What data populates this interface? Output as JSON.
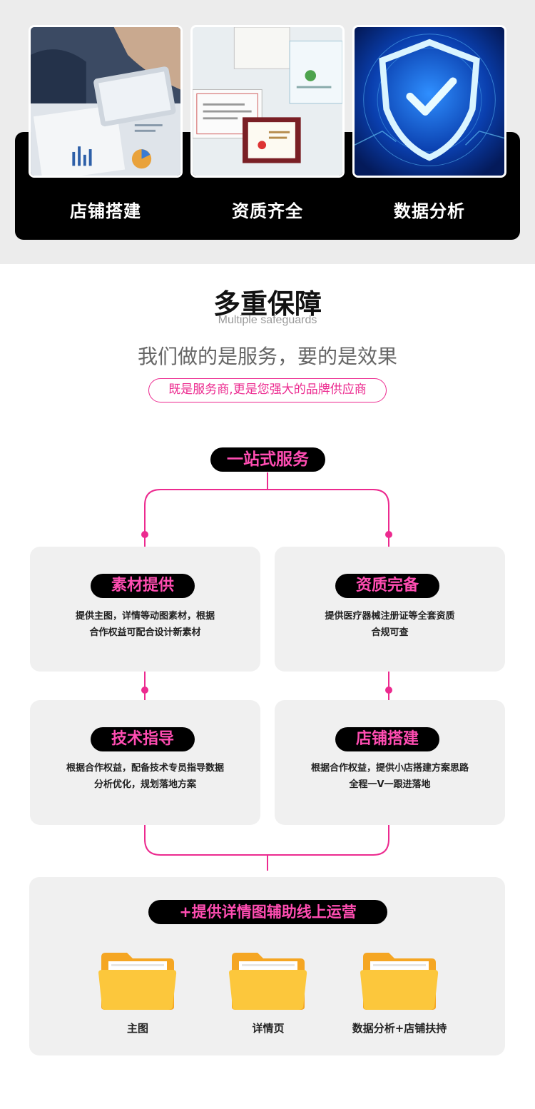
{
  "banner": {
    "items": [
      {
        "label": "店铺搭建",
        "icon": "business-meeting-photo"
      },
      {
        "label": "资质齐全",
        "icon": "certificates-photo"
      },
      {
        "label": "数据分析",
        "icon": "security-shield-photo"
      }
    ]
  },
  "heading": {
    "title": "多重保障",
    "subtitle": "Multiple safeguards",
    "slogan": "我们做的是服务，要的是效果",
    "tagline": "既是服务商,更是您强大的品牌供应商"
  },
  "flow": {
    "center_label": "一站式服务",
    "cards": [
      {
        "title": "素材提供",
        "desc_line1": "提供主图，详情等动图素材，根据",
        "desc_line2": "合作权益可配合设计新素材"
      },
      {
        "title": "资质完备",
        "desc_line1": "提供医疗器械注册证等全套资质",
        "desc_line2": "合规可查"
      },
      {
        "title": "技术指导",
        "desc_line1": "根据合作权益，配备技术专员指导数据",
        "desc_line2": "分析优化，规划落地方案"
      },
      {
        "title": "店铺搭建",
        "desc_line1": "根据合作权益，提供小店搭建方案思路",
        "desc_line2": "全程一V一跟进落地"
      }
    ]
  },
  "bottom": {
    "title": "+提供详情图辅助线上运营",
    "folders": [
      {
        "label": "主图",
        "icon": "folder-icon"
      },
      {
        "label": "详情页",
        "icon": "folder-icon"
      },
      {
        "label": "数据分析+店铺扶持",
        "icon": "folder-icon"
      }
    ]
  },
  "colors": {
    "accent": "#ec2a8f",
    "badge_text": "#ff4db2",
    "card_bg": "#f0f0f0",
    "folder": "#f7b731"
  }
}
